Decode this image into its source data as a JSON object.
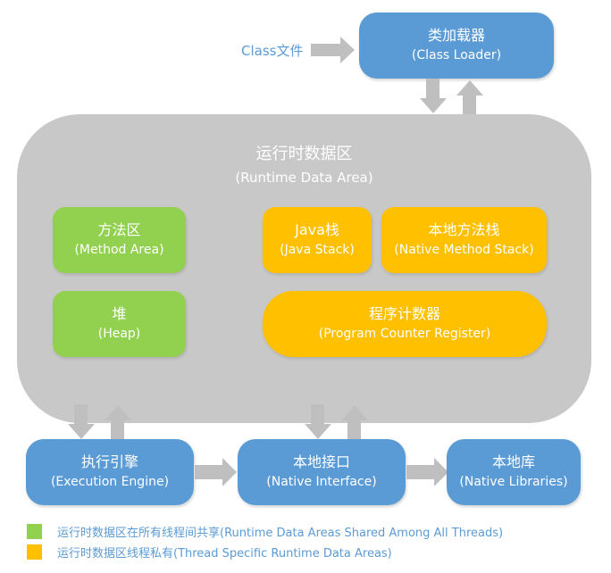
{
  "colors": {
    "blue": "#5b9bd5",
    "green": "#92d050",
    "orange": "#ffc000",
    "gray": "#c8c8c8",
    "arrow": "#bfbfbf"
  },
  "class_file": "Class文件",
  "class_loader": {
    "zh": "类加载器",
    "en": "(Class Loader)"
  },
  "runtime_area": {
    "zh": "运行时数据区",
    "en": "(Runtime Data Area)",
    "method_area": {
      "zh": "方法区",
      "en": "(Method Area)"
    },
    "heap": {
      "zh": "堆",
      "en": "(Heap)"
    },
    "java_stack": {
      "zh": "Java栈",
      "en": "(Java Stack)"
    },
    "native_method_stack": {
      "zh": "本地方法栈",
      "en": "(Native Method Stack)"
    },
    "program_counter": {
      "zh": "程序计数器",
      "en": "(Program Counter Register)"
    }
  },
  "execution_engine": {
    "zh": "执行引擎",
    "en": "(Execution Engine)"
  },
  "native_interface": {
    "zh": "本地接口",
    "en": "(Native Interface)"
  },
  "native_libraries": {
    "zh": "本地库",
    "en": "(Native Libraries)"
  },
  "legend": [
    {
      "color": "#92d050",
      "text": "运行时数据区在所有线程间共享(Runtime Data Areas Shared Among All Threads)"
    },
    {
      "color": "#ffc000",
      "text": "运行时数据区线程私有(Thread Specific Runtime Data Areas)"
    }
  ]
}
